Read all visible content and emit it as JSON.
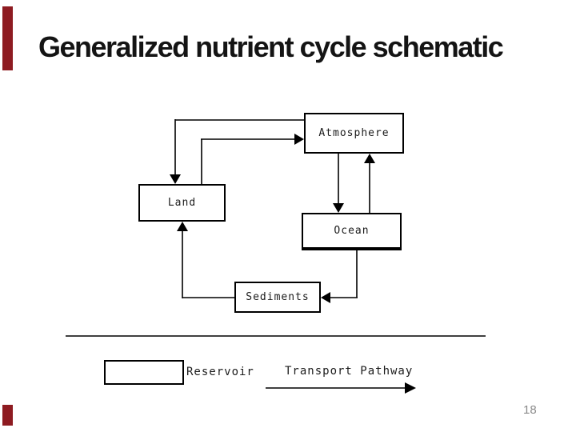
{
  "slide": {
    "title": "Generalized nutrient cycle schematic",
    "page_number": "18",
    "accent_color": "#8e1b21"
  },
  "diagram": {
    "nodes": [
      {
        "id": "atmosphere",
        "label": "Atmosphere"
      },
      {
        "id": "land",
        "label": "Land"
      },
      {
        "id": "ocean",
        "label": "Ocean"
      },
      {
        "id": "sediments",
        "label": "Sediments"
      }
    ],
    "edges": [
      {
        "from": "atmosphere",
        "to": "land"
      },
      {
        "from": "land",
        "to": "atmosphere"
      },
      {
        "from": "atmosphere",
        "to": "ocean"
      },
      {
        "from": "ocean",
        "to": "atmosphere"
      },
      {
        "from": "ocean",
        "to": "sediments"
      },
      {
        "from": "sediments",
        "to": "land"
      }
    ]
  },
  "legend": {
    "reservoir_label": "Reservoir",
    "transport_label": "Transport Pathway"
  }
}
